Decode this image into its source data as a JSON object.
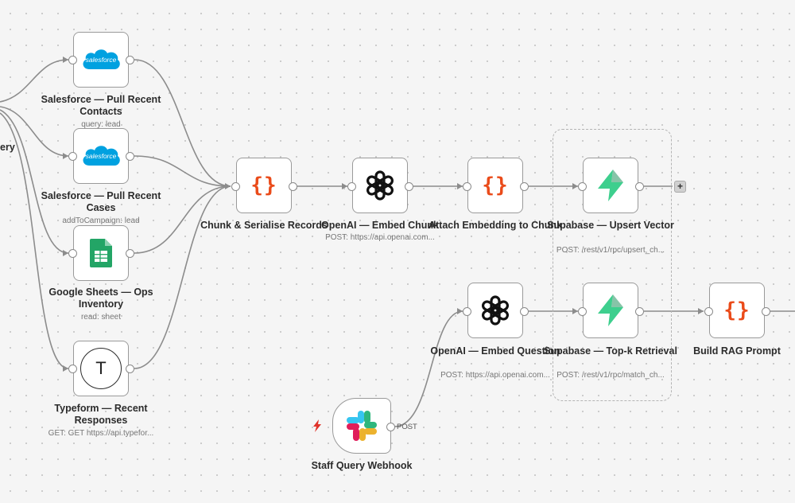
{
  "canvas": {
    "partial_left_label": "ery",
    "add_button_label": "+"
  },
  "nodes": {
    "sf_contacts": {
      "title": "Salesforce — Pull Recent Contacts",
      "subtitle": "query: lead",
      "logo_text": "salesforce",
      "icon": "salesforce-logo-icon"
    },
    "sf_cases": {
      "title": "Salesforce — Pull Recent Cases",
      "subtitle": "addToCampaign: lead",
      "logo_text": "salesforce",
      "icon": "salesforce-logo-icon"
    },
    "gsheets": {
      "title": "Google Sheets — Ops Inventory",
      "subtitle": "read: sheet",
      "icon": "google-sheets-icon"
    },
    "typeform": {
      "title": "Typeform — Recent Responses",
      "subtitle": "GET: GET https://api.typefor...",
      "logo_text": "T",
      "icon": "typeform-icon"
    },
    "chunk": {
      "title": "Chunk & Serialise Records",
      "icon_text": "{}",
      "icon": "code-braces-icon"
    },
    "embed_chunk": {
      "title": "OpenAI — Embed Chunk",
      "subtitle": "POST: https://api.openai.com...",
      "icon": "openai-icon"
    },
    "attach": {
      "title": "Attach Embedding to Chunk",
      "icon_text": "{}",
      "icon": "code-braces-icon"
    },
    "upsert": {
      "title": "Supabase — Upsert Vector",
      "subtitle": "POST: /rest/v1/rpc/upsert_ch...",
      "icon": "supabase-icon"
    },
    "embed_q": {
      "title": "OpenAI — Embed Question",
      "subtitle": "POST: https://api.openai.com...",
      "icon": "openai-icon"
    },
    "topk": {
      "title": "Supabase — Top-k Retrieval",
      "subtitle": "POST: /rest/v1/rpc/match_ch...",
      "icon": "supabase-icon"
    },
    "rag": {
      "title": "Build RAG Prompt",
      "icon_text": "{}",
      "icon": "code-braces-icon"
    },
    "webhook": {
      "title": "Staff Query Webhook",
      "output_label": "POST",
      "icon": "slack-icon"
    }
  },
  "colors": {
    "edge": "#8c8c8c",
    "code_accent": "#ea4b1a",
    "supabase": "#3ecf8e",
    "salesforce": "#00a1e0",
    "sheets": "#23a566",
    "trigger_bolt": "#e0342b"
  }
}
